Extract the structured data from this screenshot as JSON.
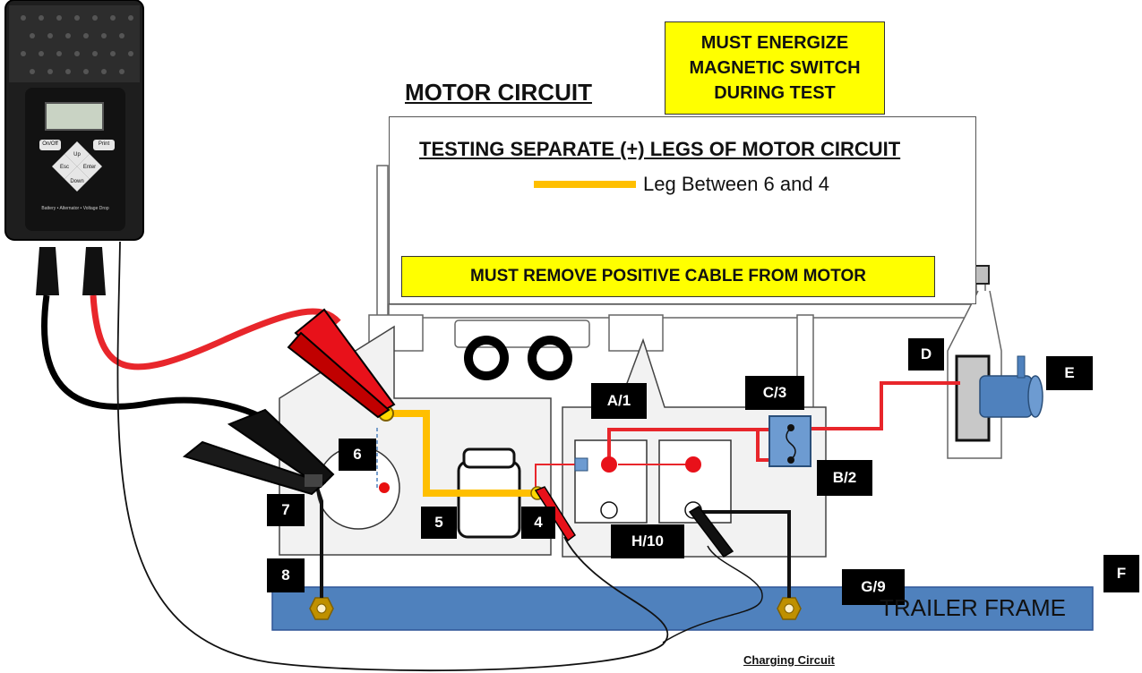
{
  "title": "MOTOR CIRCUIT",
  "notes": {
    "energize": "MUST ENERGIZE\nMAGNETIC SWITCH\nDURING TEST",
    "remove_cable": "MUST REMOVE POSITIVE CABLE FROM MOTOR"
  },
  "panel": {
    "subtitle": "TESTING SEPARATE (+) LEGS OF MOTOR CIRCUIT",
    "legend_label": "Leg Between 6 and 4"
  },
  "tags": {
    "t6": "6",
    "t7": "7",
    "t8": "8",
    "t5": "5",
    "t4": "4",
    "a1": "A/1",
    "c3": "C/3",
    "b2": "B/2",
    "h10": "H/10",
    "g9": "G/9",
    "d": "D",
    "e": "E",
    "f": "F"
  },
  "frame_label": "TRAILER FRAME",
  "charging_label": "Charging Circuit",
  "tester": {
    "btn_onoff": "On/Off",
    "btn_print": "Print",
    "btn_up": "Up",
    "btn_esc": "Esc",
    "btn_enter": "Enter",
    "btn_down": "Down",
    "caption": "Battery • Alternator • Voltage Drop"
  },
  "colors": {
    "leg_highlight": "#ffbf00",
    "note_fill": "#ffff00",
    "frame": "#4f81bd",
    "positive_wire": "#e8262b",
    "clamp_red": "#e8111a",
    "tag_bg": "#000000"
  }
}
